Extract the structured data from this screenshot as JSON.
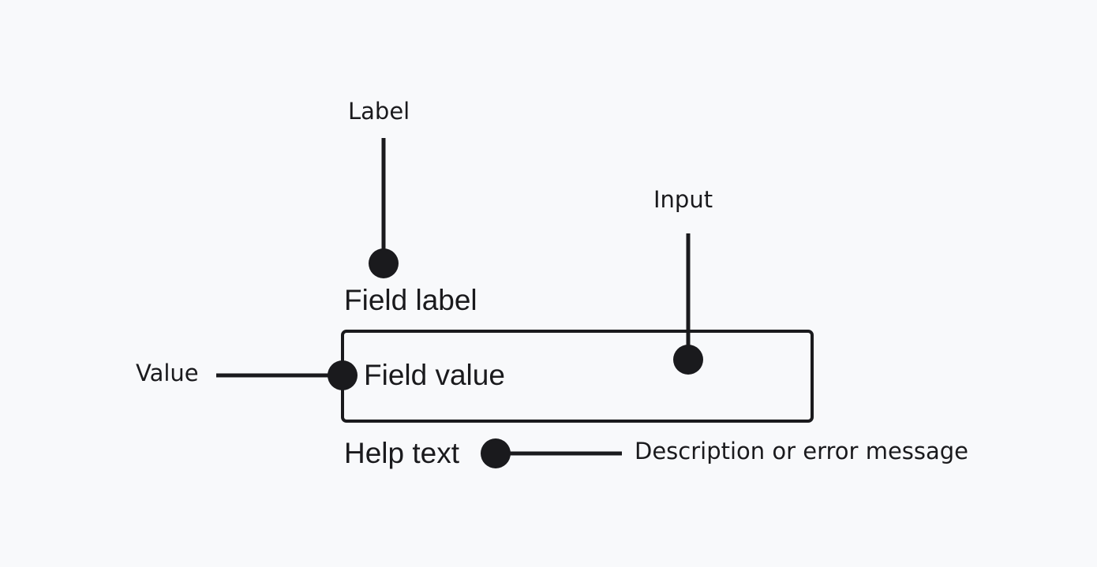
{
  "callouts": {
    "label": "Label",
    "input": "Input",
    "value": "Value",
    "description": "Description or error message"
  },
  "field": {
    "label": "Field label",
    "value": "Field value",
    "help": "Help text"
  },
  "colors": {
    "background": "#f8f9fb",
    "ink": "#1a1a1d"
  }
}
